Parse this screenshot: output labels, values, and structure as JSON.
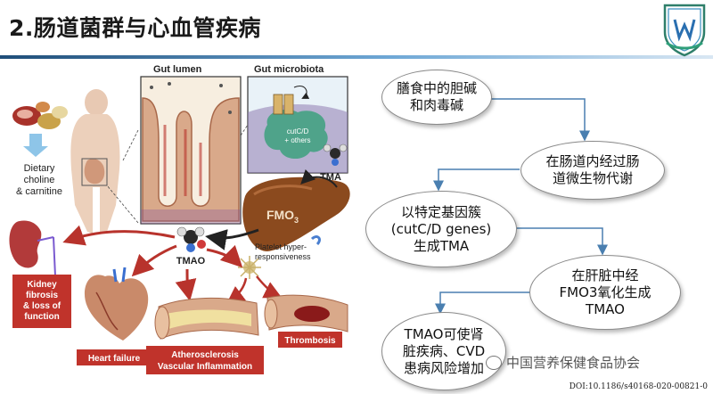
{
  "slide": {
    "title": "2.肠道菌群与心血管疾病",
    "watermark": "中国营养保健食品协会",
    "doi": "DOI:10.1186/s40168-020-00821-0"
  },
  "figure": {
    "labels": {
      "gut_lumen": "Gut lumen",
      "gut_microbiota": "Gut microbiota",
      "dietary_line1": "Dietary",
      "dietary_line2": "choline",
      "dietary_line3": "& carnitine",
      "cutcd_line1": "cutC/D",
      "cutcd_line2": "+ others",
      "tma": "TMA",
      "fmo3": "FMO",
      "fmo3_sub": "3",
      "tmao": "TMAO",
      "platelet_line1": "Platelet hyper-",
      "platelet_line2": "responsiveness",
      "kidney_line1": "Kidney",
      "kidney_line2": "fibrosis",
      "kidney_line3": "& loss of",
      "kidney_line4": "function",
      "heart_failure": "Heart failure",
      "athero_line1": "Atherosclerosis",
      "athero_line2": "Vascular Inflammation",
      "thrombosis": "Thrombosis"
    },
    "colors": {
      "red_box": "#c0332b",
      "arrow_dark": "#222222",
      "arrow_red": "#b8332c",
      "liver": "#8b4a1e",
      "bacteria": "#4fa38a",
      "intestine": "#d9a98a"
    }
  },
  "flow": {
    "steps": [
      "膳食中的胆碱\n和肉毒碱",
      "在肠道内经过肠\n道微生物代谢",
      "以特定基因簇\n(cutC/D genes)\n生成TMA",
      "在肝脏中经\nFMO3氧化生成\nTMAO",
      "TMAO可使肾\n脏疾病、CVD\n患病风险增加"
    ],
    "connector_color": "#4a7fb0"
  }
}
